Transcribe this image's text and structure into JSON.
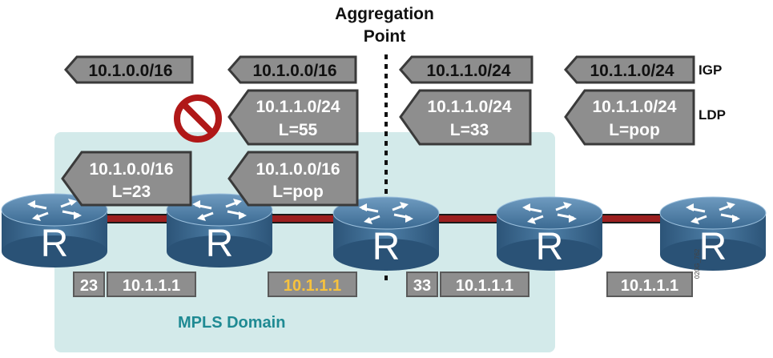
{
  "title": {
    "line1": "Aggregation",
    "line2": "Point"
  },
  "row_labels": {
    "igp": "IGP",
    "ldp": "LDP"
  },
  "domain_label": "MPLS Domain",
  "figure_code": "020G_762",
  "router_glyph": "R",
  "igp_tags": [
    "10.1.0.0/16",
    "10.1.0.0/16",
    "10.1.1.0/24",
    "10.1.1.0/24"
  ],
  "ldp_tags": [
    {
      "prefix": "10.1.1.0/24",
      "label": "L=55"
    },
    {
      "prefix": "10.1.1.0/24",
      "label": "L=33"
    },
    {
      "prefix": "10.1.1.0/24",
      "label": "L=pop"
    }
  ],
  "ldp_tags_lower": [
    {
      "prefix": "10.1.0.0/16",
      "label": "L=23"
    },
    {
      "prefix": "10.1.0.0/16",
      "label": "L=pop"
    }
  ],
  "packets": [
    {
      "label": "23",
      "ip": "10.1.1.1"
    },
    {
      "ip": "10.1.1.1",
      "highlight": true
    },
    {
      "label": "33",
      "ip": "10.1.1.1"
    },
    {
      "ip": "10.1.1.1"
    }
  ],
  "icons": [
    "prohibited-icon",
    "router-icon"
  ],
  "colors": {
    "tag_fill": "#8e8e8e",
    "tag_border": "#3a3a3a",
    "domain_fill": "#d3eaea",
    "link_red": "#9c1f1f",
    "router_blue": "#3d6b93",
    "highlight_text": "#f6c23e",
    "prohibited_red": "#b01818"
  }
}
